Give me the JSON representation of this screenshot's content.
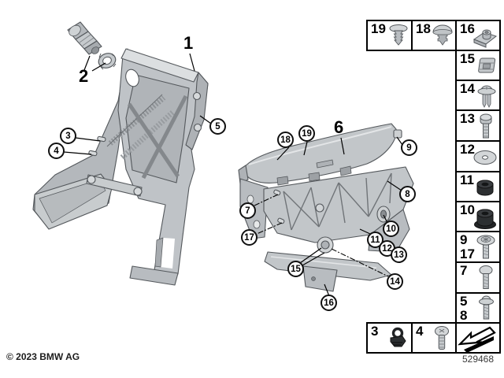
{
  "page": {
    "type": "parts-diagram",
    "background": "#ffffff",
    "footer": {
      "copyright": "© 2023 BMW AG",
      "doc_number": "529468"
    }
  },
  "colors": {
    "metal_part": "#c2c6c9",
    "metal_light": "#dcdfe1",
    "metal_dark": "#9da1a5",
    "rubber_part": "#2c2f31",
    "outline": "#54585c",
    "callout_line": "#000000"
  },
  "callouts": {
    "c1": "1",
    "c2": "2",
    "c3": "3",
    "c4": "4",
    "c5": "5",
    "c6": "6",
    "c7": "7",
    "c8": "8",
    "c9": "9",
    "c10": "10",
    "c11": "11",
    "c12": "12",
    "c13": "13",
    "c14": "14",
    "c15": "15",
    "c16": "16",
    "c17": "17",
    "c18": "18",
    "c19": "19"
  },
  "legend": {
    "cells": [
      {
        "id": "19",
        "label": "19",
        "icon": "fir-tree-clip-icon"
      },
      {
        "id": "18",
        "label": "18",
        "icon": "dome-rivet-icon"
      },
      {
        "id": "16",
        "label": "16",
        "icon": "cage-nut-icon"
      },
      {
        "id": "15",
        "label": "15",
        "icon": "clip-nut-icon"
      },
      {
        "id": "14",
        "label": "14",
        "icon": "expansion-rivet-icon"
      },
      {
        "id": "13",
        "label": "13",
        "icon": "hex-flange-bolt-icon"
      },
      {
        "id": "12",
        "label": "12",
        "icon": "washer-icon"
      },
      {
        "id": "11",
        "label": "11",
        "icon": "rubber-grommet-icon"
      },
      {
        "id": "10",
        "label": "10",
        "icon": "flanged-grommet-icon"
      },
      {
        "id": "9-17",
        "label": "9",
        "label2": "17",
        "icon": "torx-flange-screw-icon"
      },
      {
        "id": "7",
        "label": "7",
        "icon": "pan-head-screw-icon"
      },
      {
        "id": "5-8",
        "label": "5",
        "label2": "8",
        "icon": "flange-screw-icon"
      },
      {
        "id": "3",
        "label": "3",
        "icon": "cable-clip-icon"
      },
      {
        "id": "4",
        "label": "4",
        "icon": "round-head-screw-icon"
      },
      {
        "id": "continuation",
        "icon": "continuation-arrow-icon"
      }
    ]
  }
}
